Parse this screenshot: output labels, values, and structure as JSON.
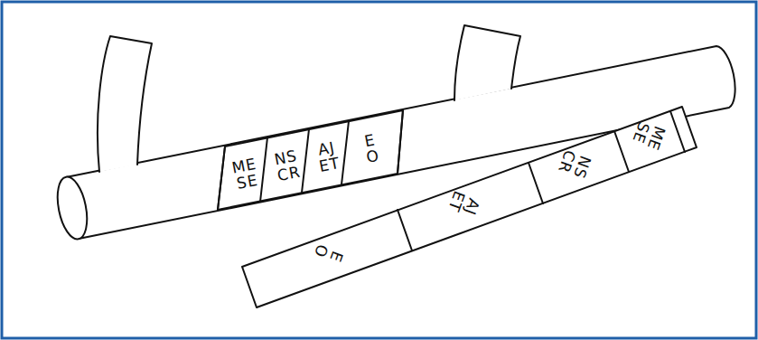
{
  "diagram": {
    "labels": [
      "ME SE",
      "NS CR",
      "AJ ET",
      "E O",
      "ME SE",
      "NS CR",
      "AJ ET",
      "E O"
    ]
  }
}
